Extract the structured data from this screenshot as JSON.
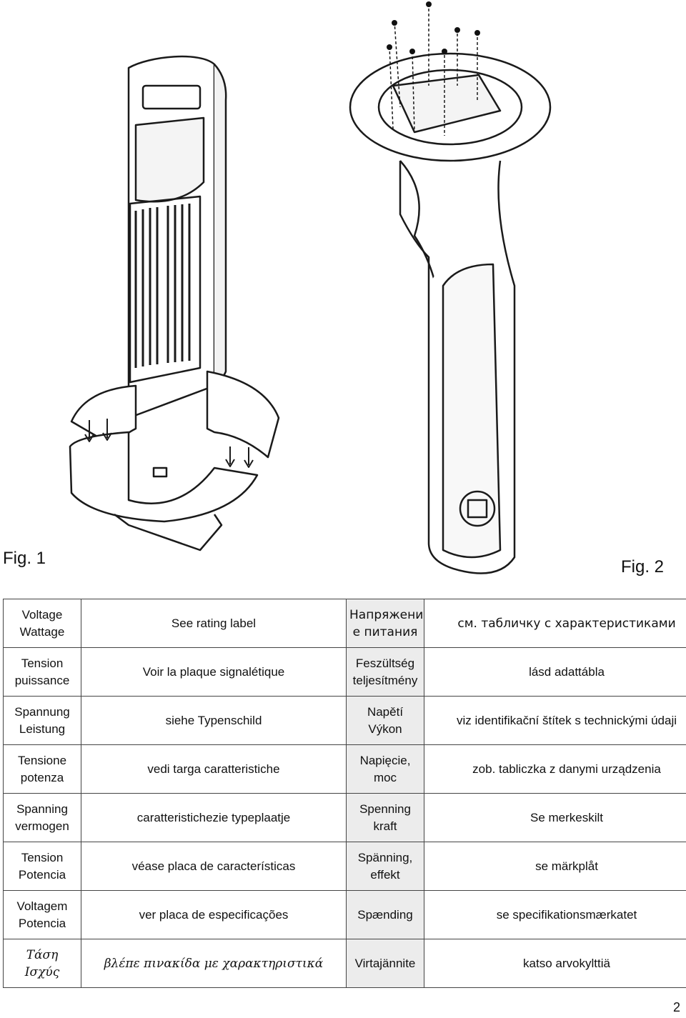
{
  "figures": {
    "fig1_label": "Fig. 1",
    "fig2_label": "Fig. 2"
  },
  "table": {
    "rows": [
      {
        "term": "Voltage\nWattage",
        "value": "See rating label",
        "term2": "Напряжени\nе питания",
        "value2": "см. табличку с характеристиками"
      },
      {
        "term": "Tension\npuissance",
        "value": "Voir la plaque signalétique",
        "term2": "Feszültség\nteljesítmény",
        "value2": "lásd adattábla"
      },
      {
        "term": "Spannung\nLeistung",
        "value": "siehe Typenschild",
        "term2": "Napětí\nVýkon",
        "value2": "viz identifikační štítek s technickými údaji"
      },
      {
        "term": "Tensione\npotenza",
        "value": "vedi targa caratteristiche",
        "term2": "Napięcie,\nmoc",
        "value2": "zob. tabliczka z danymi urządzenia"
      },
      {
        "term": "Spanning\nvermogen",
        "value": "caratteristichezie typeplaatje",
        "term2": "Spenning\nkraft",
        "value2": "Se merkeskilt"
      },
      {
        "term": "Tension\nPotencia",
        "value": "véase placa de características",
        "term2": "Spänning,\neffekt",
        "value2": "se märkplåt"
      },
      {
        "term": "Voltagem\nPotencia",
        "value": "ver placa de especificações",
        "term2": "Spænding",
        "value2": "se specifikationsmærkatet"
      },
      {
        "term": "Τάση\nΙσχύς",
        "value": "βλέπε πινακίδα με χαρακτηριστικά",
        "term2": "Virtajännite",
        "value2": "katso arvokylttiä"
      }
    ]
  },
  "page_number": "2"
}
